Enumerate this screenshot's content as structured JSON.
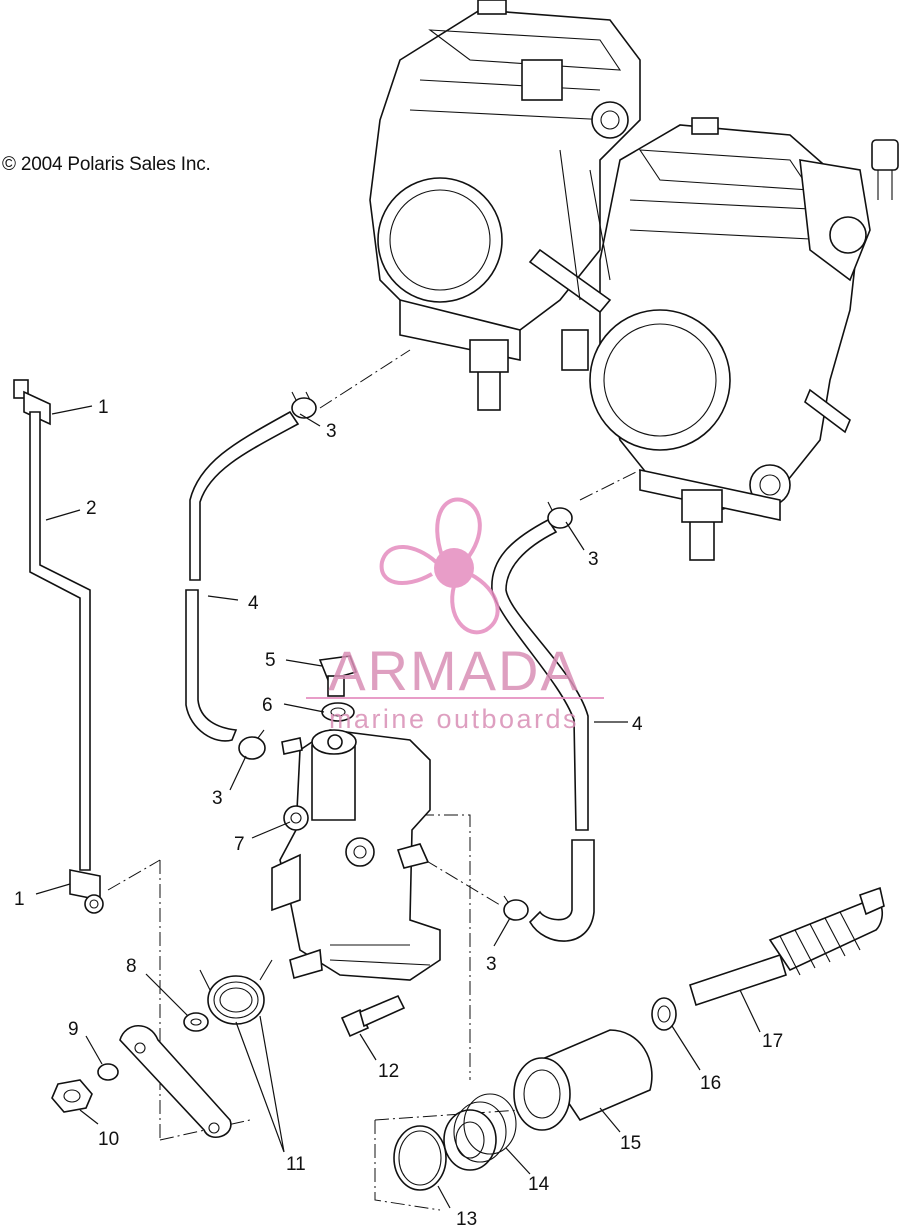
{
  "copyright": "© 2004 Polaris Sales Inc.",
  "watermark": {
    "brand": "ARMADA",
    "tagline": "marine outboards",
    "color": "#e58cbf"
  },
  "callouts": [
    {
      "id": "1a",
      "label": "1"
    },
    {
      "id": "1b",
      "label": "1"
    },
    {
      "id": "2",
      "label": "2"
    },
    {
      "id": "3a",
      "label": "3"
    },
    {
      "id": "3b",
      "label": "3"
    },
    {
      "id": "3c",
      "label": "3"
    },
    {
      "id": "3d",
      "label": "3"
    },
    {
      "id": "4a",
      "label": "4"
    },
    {
      "id": "4b",
      "label": "4"
    },
    {
      "id": "5",
      "label": "5"
    },
    {
      "id": "6",
      "label": "6"
    },
    {
      "id": "7",
      "label": "7"
    },
    {
      "id": "8",
      "label": "8"
    },
    {
      "id": "9",
      "label": "9"
    },
    {
      "id": "10",
      "label": "10"
    },
    {
      "id": "11",
      "label": "11"
    },
    {
      "id": "12",
      "label": "12"
    },
    {
      "id": "13",
      "label": "13"
    },
    {
      "id": "14",
      "label": "14"
    },
    {
      "id": "15",
      "label": "15"
    },
    {
      "id": "16",
      "label": "16"
    },
    {
      "id": "17",
      "label": "17"
    }
  ]
}
